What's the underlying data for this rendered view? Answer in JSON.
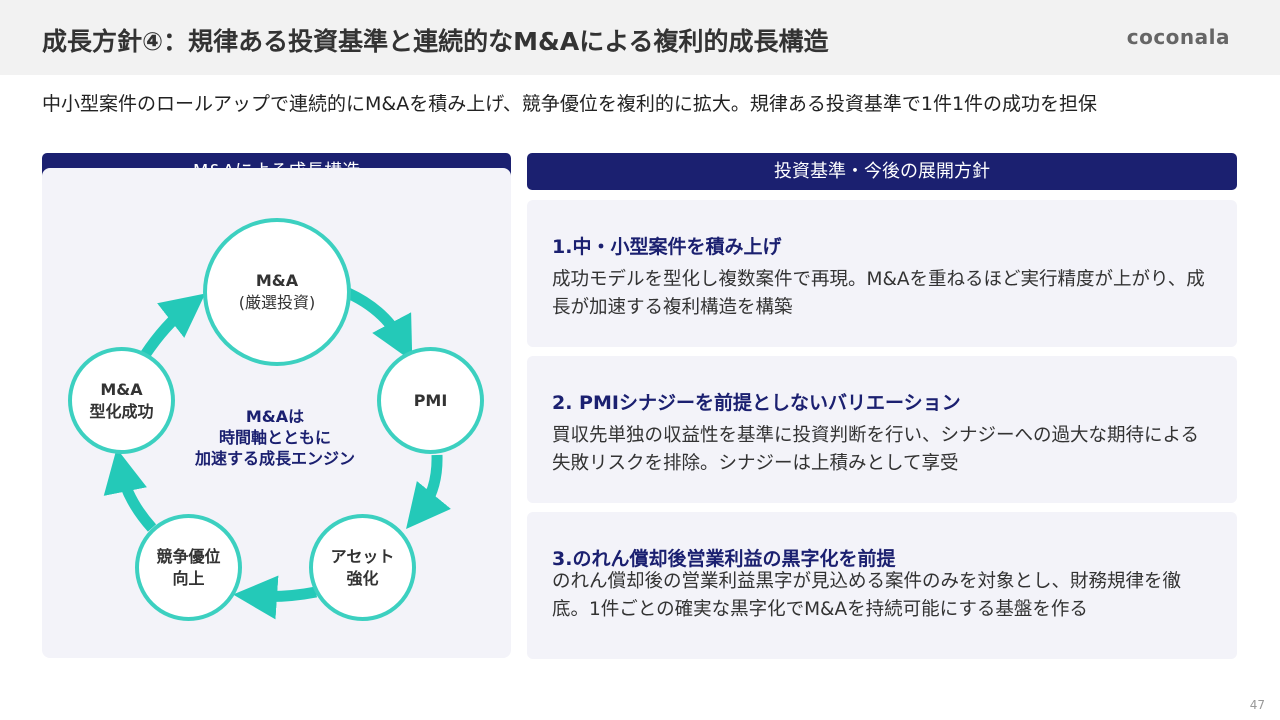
{
  "header": {
    "title": "成長方針④：規律ある投資基準と連続的なM&Aによる複利的成長構造",
    "logo": "coconala"
  },
  "subtitle": "中小型案件のロールアップで連続的にM&Aを積み上げ、競争優位を複利的に拡大。規律ある投資基準で1件1件の成功を担保",
  "left": {
    "heading": "M&Aによる成長構造",
    "nodes": [
      {
        "line1": "M&A",
        "line2": "(厳選投資)"
      },
      {
        "line1": "PMI",
        "line2": ""
      },
      {
        "line1": "アセット",
        "line2": "強化"
      },
      {
        "line1": "競争優位",
        "line2": "向上"
      },
      {
        "line1": "M&A",
        "line2": "型化成功"
      }
    ],
    "center": [
      "M&Aは",
      "時間軸とともに",
      "加速する成長エンジン"
    ]
  },
  "right": {
    "heading": "投資基準・今後の展開方針",
    "cards": [
      {
        "title": "1.中・小型案件を積み上げ",
        "body": "成功モデルを型化し複数案件で再現。M&Aを重ねるほど実行精度が上がり、成長が加速する複利構造を構築"
      },
      {
        "title": "2. PMIシナジーを前提としないバリエーション",
        "body": "買収先単独の収益性を基準に投資判断を行い、シナジーへの過大な期待による失敗リスクを排除。シナジーは上積みとして享受"
      },
      {
        "title": "3.のれん償却後営業利益の黒字化を前提",
        "body": "のれん償却後の営業利益黒字が見込める案件のみを対象とし、財務規律を徹底。1件ごとの確実な黒字化でM&Aを持続可能にする基盤を作る"
      }
    ]
  },
  "page_number": "47",
  "colors": {
    "navy": "#1b2070",
    "teal": "#24c9b8"
  }
}
